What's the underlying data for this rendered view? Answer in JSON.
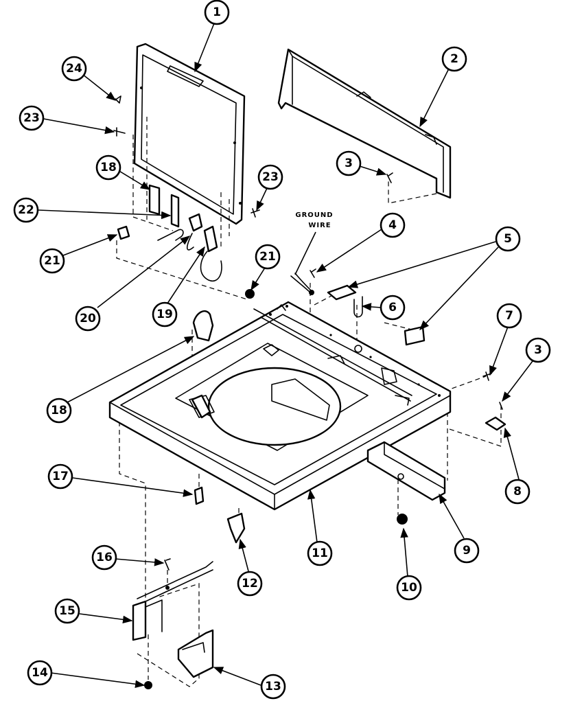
{
  "diagram": {
    "labels": {
      "ground_wire_line1": "GROUND",
      "ground_wire_line2": "WIRE"
    },
    "callouts": [
      "1",
      "2",
      "3",
      "4",
      "5",
      "6",
      "7",
      "3",
      "8",
      "9",
      "10",
      "11",
      "12",
      "13",
      "14",
      "15",
      "16",
      "17",
      "18",
      "19",
      "20",
      "21",
      "21",
      "22",
      "23",
      "23",
      "24",
      "18"
    ]
  }
}
